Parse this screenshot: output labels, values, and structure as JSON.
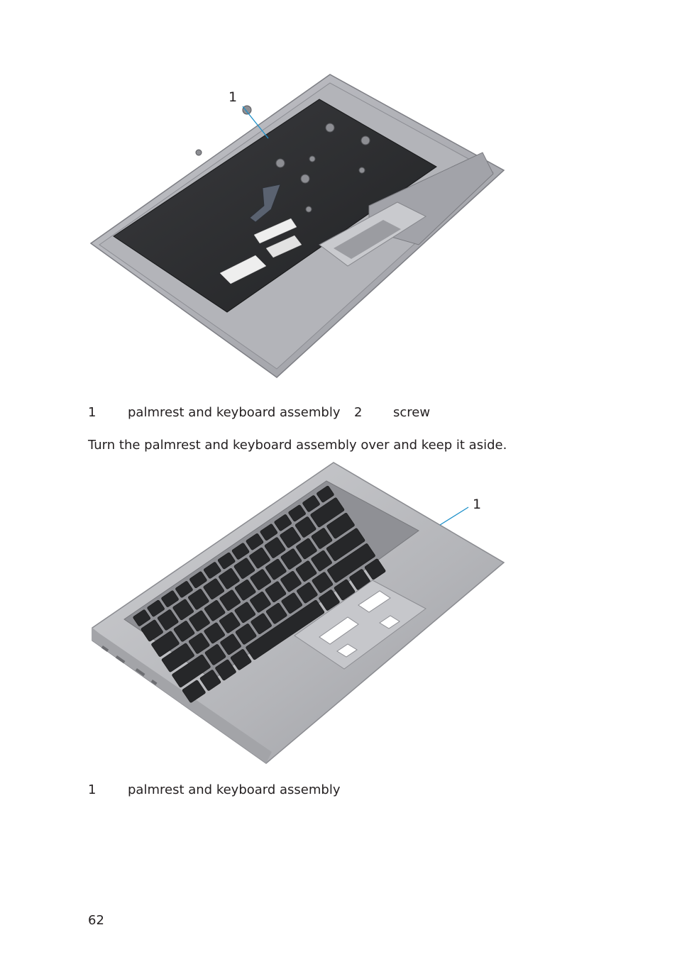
{
  "figure1": {
    "callout": "1",
    "legend": [
      {
        "num": "1",
        "label": "palmrest and keyboard assembly"
      },
      {
        "num": "2",
        "label": "screw"
      }
    ]
  },
  "instruction": "Turn the palmrest and keyboard assembly over and keep it aside.",
  "figure2": {
    "callout": "1",
    "legend": [
      {
        "num": "1",
        "label": "palmrest and keyboard assembly"
      }
    ]
  },
  "page_number": "62",
  "colors": {
    "callout_line": "#1b8fc9",
    "tray_metal": "#a9aab0",
    "keyboard_plate": "#2f3032",
    "palmrest_silver": "#b7b8bc",
    "keys": "#262729"
  }
}
